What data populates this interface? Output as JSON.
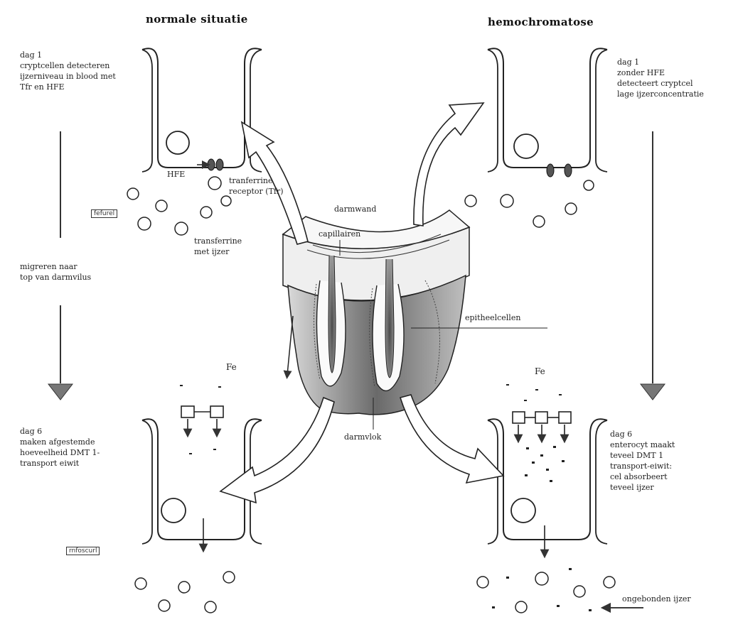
{
  "headers": {
    "left": "normale situatie",
    "right": "hemochromatose"
  },
  "left_panel": {
    "day1_text": "dag 1\ncryptcellen detecteren\nijzerniveau in blood met\nTfr en HFE",
    "hfe_label": "HFE",
    "receptor_label": "tranferrine\nreceptor (Tfr)",
    "stamp_top": "fefurel",
    "transferrin_label": "transferrine\nmet ijzer",
    "migrate_text": "migreren naar\ntop van darmvilus",
    "day6_text": "dag 6\nmaken afgestemde\nhoeveelheid DMT 1-\ntransport eiwit",
    "fe_label": "Fe",
    "stamp_bottom": "rnfoscurl"
  },
  "right_panel": {
    "day1_text": "dag 1\nzonder HFE\ndetecteert cryptcel\nlage ijzerconcentratie",
    "day6_text": "dag 6\nenterocyt maakt\nteveel DMT 1\ntransport-eiwit:\ncel absorbeert\nteveel ijzer",
    "fe_label": "Fe",
    "unbound_label": "ongebonden ijzer"
  },
  "center": {
    "wall_label": "darmwand",
    "capillary_label": "capillairen",
    "epithelial_label": "epitheelcellen",
    "villus_label": "darmvlok"
  }
}
